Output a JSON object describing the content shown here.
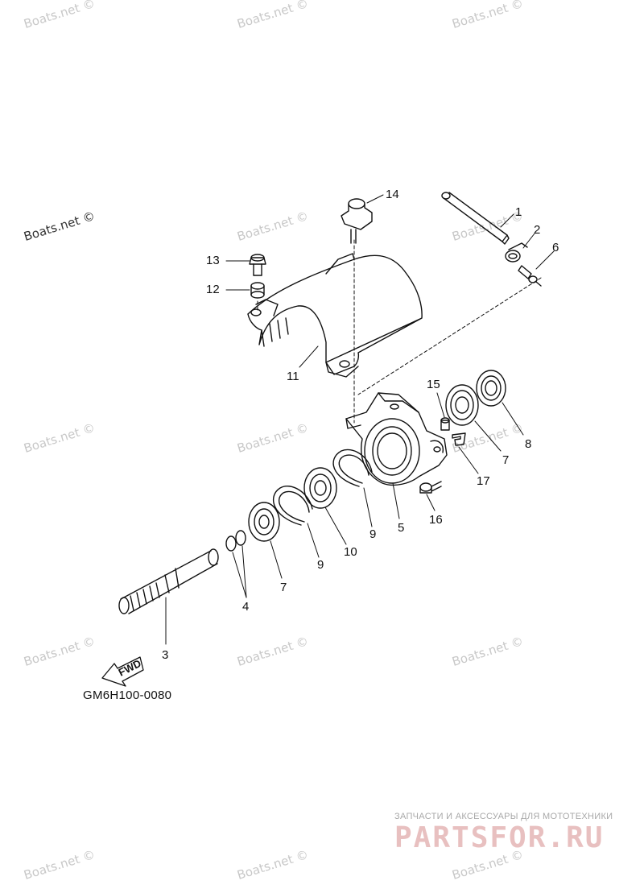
{
  "watermark": "Boats.net ©",
  "diagram_code": "GM6H100-0080",
  "fwd_label": "FWD",
  "ad": {
    "tagline": "ЗАПЧАСТИ И АКСЕССУАРЫ ДЛЯ МОТОТЕХНИКИ",
    "logo": "PARTSFOR.RU"
  },
  "callouts": {
    "c1": "1",
    "c2": "2",
    "c3": "3",
    "c4": "4",
    "c5": "5",
    "c6": "6",
    "c7a": "7",
    "c7b": "7",
    "c8": "8",
    "c9a": "9",
    "c9b": "9",
    "c10": "10",
    "c11": "11",
    "c12": "12",
    "c13": "13",
    "c14": "14",
    "c15": "15",
    "c16": "16",
    "c17": "17"
  }
}
